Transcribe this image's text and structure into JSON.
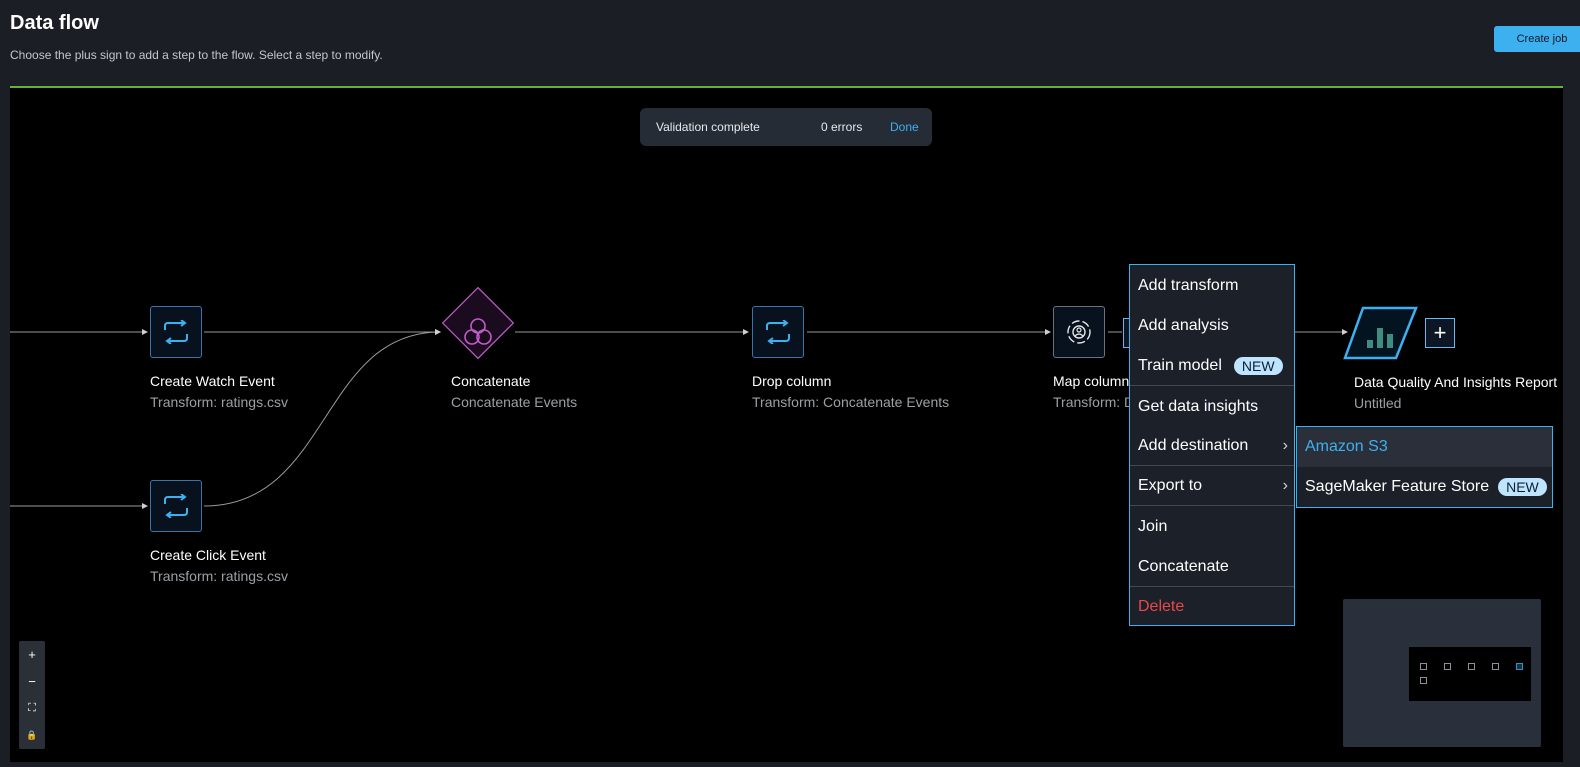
{
  "header": {
    "title": "Data flow",
    "subtitle": "Choose the plus sign to add a step to the flow. Select a step to modify.",
    "create_job_label": "Create job"
  },
  "toast": {
    "message": "Validation complete",
    "errors": "0 errors",
    "done_label": "Done"
  },
  "nodes": {
    "create_watch": {
      "title": "Create Watch Event",
      "subtitle": "Transform: ratings.csv",
      "icon": "transform-icon"
    },
    "create_click": {
      "title": "Create Click Event",
      "subtitle": "Transform: ratings.csv",
      "icon": "transform-icon"
    },
    "concatenate": {
      "title": "Concatenate",
      "subtitle": "Concatenate Events",
      "icon": "concatenate-icon"
    },
    "drop_column": {
      "title": "Drop column",
      "subtitle": "Transform: Concatenate Events",
      "icon": "transform-icon"
    },
    "map_columns": {
      "title": "Map columns",
      "subtitle": "Transform: Drop column",
      "icon": "map-columns-icon"
    },
    "data_quality": {
      "title": "Data Quality And Insights Report",
      "subtitle": "Untitled",
      "icon": "bar-chart-icon"
    }
  },
  "context_menu": {
    "add_transform": "Add transform",
    "add_analysis": "Add analysis",
    "train_model": "Train model",
    "train_model_badge": "NEW",
    "get_data_insights": "Get data insights",
    "add_destination": "Add destination",
    "export_to": "Export to",
    "join": "Join",
    "concatenate": "Concatenate",
    "delete": "Delete"
  },
  "submenu": {
    "amazon_s3": "Amazon S3",
    "feature_store": "SageMaker Feature Store",
    "feature_store_badge": "NEW"
  },
  "zoom_controls": {
    "zoom_in": "+",
    "zoom_out": "−",
    "fit": "⛶",
    "lock": "🔒"
  },
  "colors": {
    "accent": "#3db0ef",
    "progress_line": "#5fb830",
    "concatenate_node": "#c15cc8",
    "delete": "#e8484a",
    "badge_bg": "#bfe4ff"
  }
}
